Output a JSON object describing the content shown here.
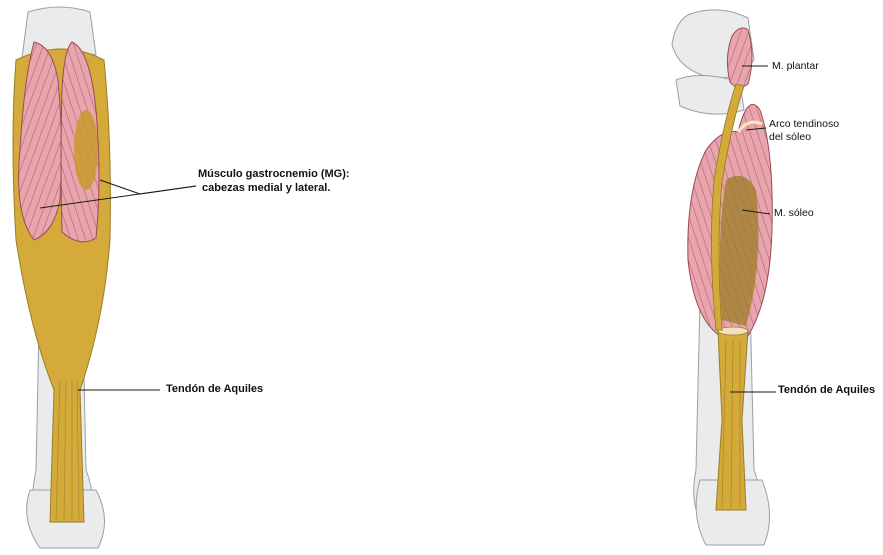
{
  "left_figure": {
    "labels": {
      "gastrocnemius_line1": "Músculo gastrocnemio (MG):",
      "gastrocnemius_line2": "cabezas medial y lateral.",
      "achilles": "Tendón de Aquiles"
    }
  },
  "right_figure": {
    "labels": {
      "plantaris": "M. plantar",
      "soleus_arch_line1": "Arco tendinoso",
      "soleus_arch_line2": "del sóleo",
      "soleus": "M. sóleo",
      "achilles": "Tendón de Aquiles"
    }
  },
  "colors": {
    "bone": "#e9ebec",
    "bone_outline": "#9aa0a4",
    "muscle": "#e8a5ad",
    "muscle_fiber": "#9b4a55",
    "tendon": "#d4ab3a",
    "tendon_dark": "#9b7d25",
    "leader_line": "#1a1a1a"
  }
}
